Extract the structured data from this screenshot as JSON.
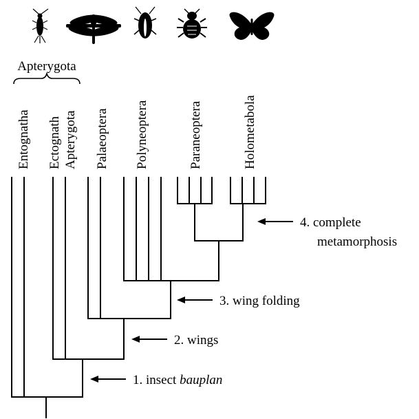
{
  "group_label": "Apterygota",
  "taxa": [
    {
      "label": "Entognatha"
    },
    {
      "label": "Ectognath"
    },
    {
      "label": "Apterygota"
    },
    {
      "label": "Palaeoptera"
    },
    {
      "label": "Polyneoptera"
    },
    {
      "label": "Paraneoptera"
    },
    {
      "label": "Holometabola"
    }
  ],
  "annotations": [
    {
      "number": "1.",
      "text": "insect ",
      "emphasis": "bauplan"
    },
    {
      "number": "2.",
      "text": "wings",
      "emphasis": ""
    },
    {
      "number": "3.",
      "text": "wing folding",
      "emphasis": ""
    },
    {
      "number": "4.",
      "text": "complete",
      "emphasis": "",
      "line2": "metamorphosis"
    }
  ],
  "silhouettes": [
    "silverfish-icon",
    "dragonfly-icon",
    "cockroach-icon",
    "louse-icon",
    "butterfly-icon"
  ],
  "colors": {
    "ink": "#000000",
    "background": "#ffffff"
  }
}
